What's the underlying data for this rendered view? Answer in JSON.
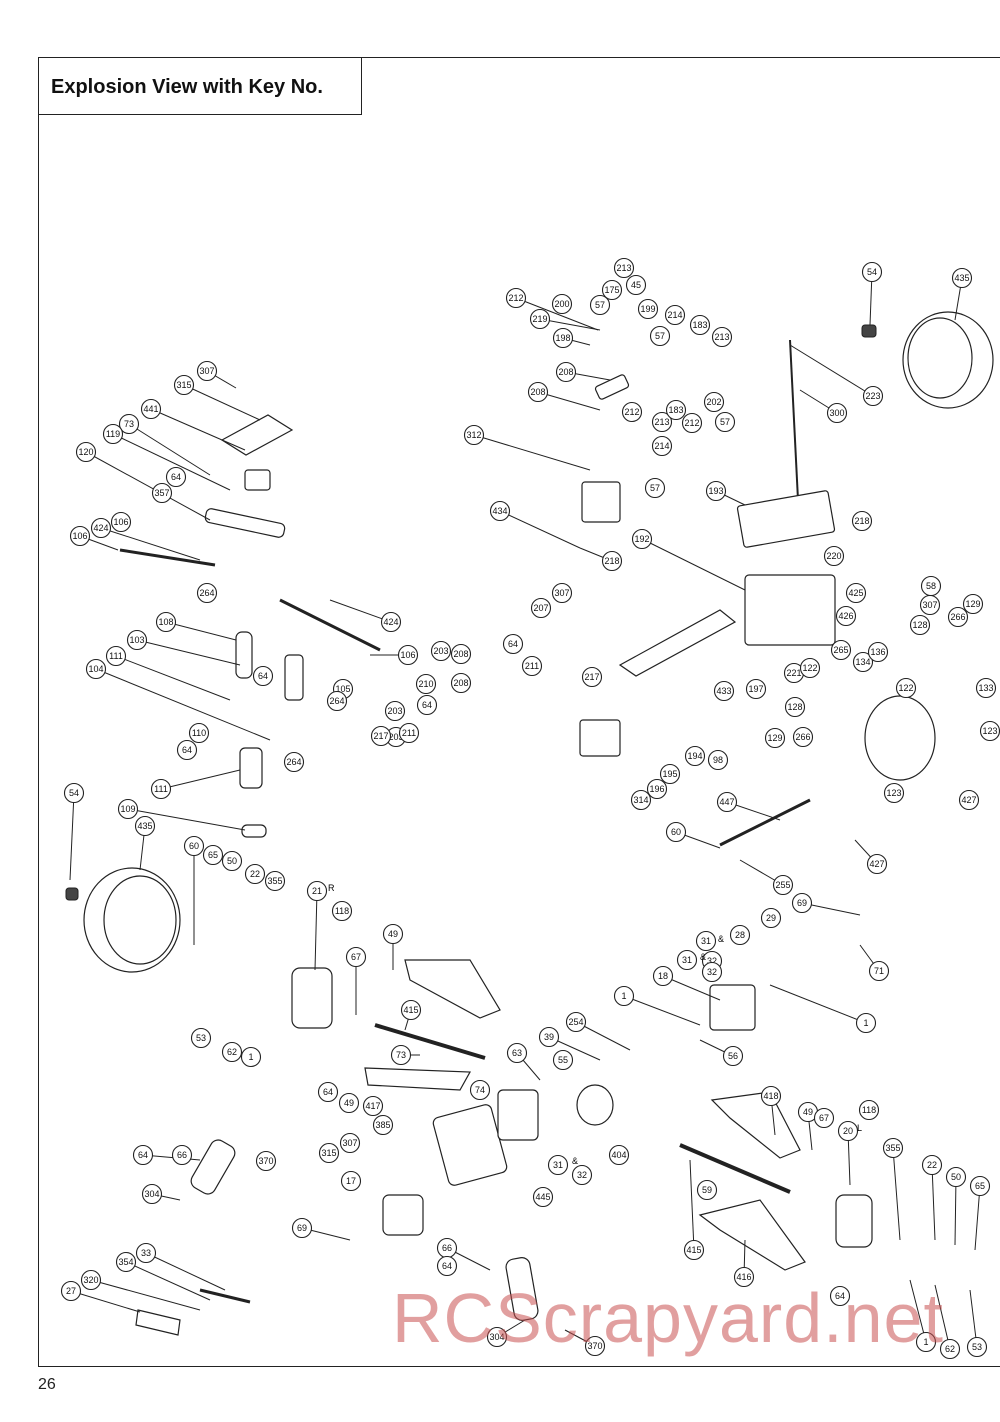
{
  "title": "Explosion View with Key No.",
  "page_number": "26",
  "watermark": "RCScrapyard.net",
  "callouts": [
    "213",
    "175",
    "45",
    "57",
    "212",
    "200",
    "219",
    "198",
    "208",
    "208",
    "199",
    "57",
    "214",
    "183",
    "213",
    "202",
    "212",
    "213",
    "57",
    "214",
    "183",
    "212",
    "57",
    "54",
    "435",
    "223",
    "300",
    "307",
    "315",
    "441",
    "73",
    "119",
    "120",
    "64",
    "357",
    "424",
    "106",
    "106",
    "312",
    "193",
    "434",
    "192",
    "218",
    "218",
    "220",
    "425",
    "58",
    "307",
    "129",
    "266",
    "426",
    "265",
    "128",
    "134",
    "136",
    "122",
    "133",
    "123",
    "264",
    "424",
    "106",
    "207",
    "307",
    "64",
    "203",
    "208",
    "211",
    "217",
    "221",
    "197",
    "433",
    "108",
    "103",
    "105",
    "111",
    "104",
    "64",
    "264",
    "203",
    "210",
    "208",
    "64",
    "203",
    "211",
    "217",
    "194",
    "195",
    "196",
    "314",
    "122",
    "128",
    "266",
    "129",
    "98",
    "123",
    "427",
    "110",
    "64",
    "264",
    "111",
    "109",
    "447",
    "60",
    "255",
    "427",
    "54",
    "435",
    "60",
    "65",
    "50",
    "22",
    "355",
    "21",
    "118",
    "49",
    "67",
    "415",
    "69",
    "71",
    "29",
    "31",
    "32",
    "28",
    "31",
    "32",
    "18",
    "1",
    "1",
    "254",
    "56",
    "39",
    "55",
    "63",
    "73",
    "64",
    "49",
    "417",
    "74",
    "385",
    "307",
    "315",
    "17",
    "69",
    "404",
    "31",
    "32",
    "445",
    "418",
    "49",
    "67",
    "118",
    "20",
    "355",
    "22",
    "50",
    "65",
    "64",
    "66",
    "370",
    "304",
    "59",
    "415",
    "416",
    "64",
    "66",
    "64",
    "33",
    "354",
    "27",
    "320",
    "304",
    "370",
    "1",
    "62",
    "53",
    "53",
    "62",
    "1"
  ],
  "callout_suffixes": {
    "r": "R",
    "l": "L",
    "amp": "&"
  }
}
